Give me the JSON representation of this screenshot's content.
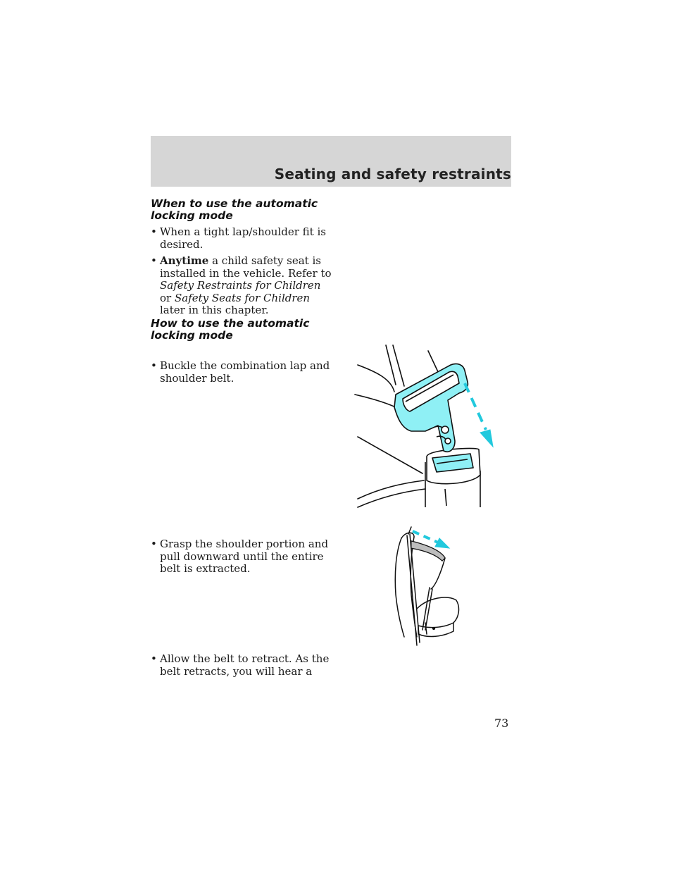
{
  "header": {
    "title": "Seating and safety restraints"
  },
  "section1": {
    "heading_line1": "When to use the automatic",
    "heading_line2": "locking mode",
    "bullets": [
      {
        "text": "When a tight lap/shoulder fit is desired."
      },
      {
        "bold": "Anytime",
        "text1": " a child safety seat is installed in the vehicle. Refer to ",
        "italic1": "Safety Restraints for Children",
        "text2": " or ",
        "italic2": "Safety Seats for Children",
        "text3": " later in this chapter."
      }
    ]
  },
  "section2": {
    "heading_line1": "How to use the automatic",
    "heading_line2": "locking mode",
    "bullets": [
      {
        "text": "Buckle the combination lap and shoulder belt."
      },
      {
        "text": "Grasp the shoulder portion and pull downward until the entire belt is extracted."
      },
      {
        "text": "Allow the belt to retract. As the belt retracts, you will hear a"
      }
    ]
  },
  "bullet_symbol": "•",
  "page_number": "73",
  "colors": {
    "header_band": "#d6d6d6",
    "accent_cyan": "#8ff0f5",
    "arrow_cyan": "#22c9dd"
  }
}
